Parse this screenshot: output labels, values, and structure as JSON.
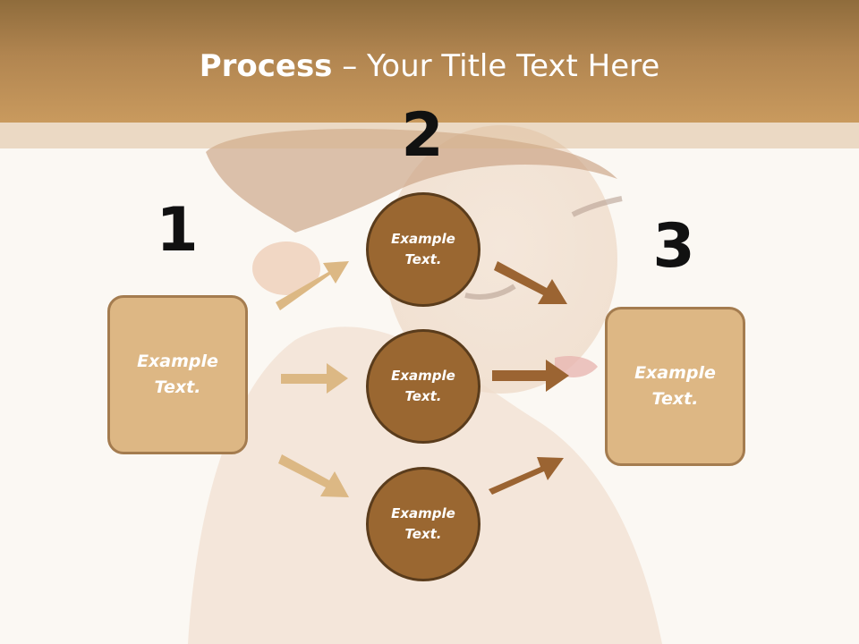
{
  "title": {
    "bold": "Process",
    "rest": " – Your Title Text Here"
  },
  "steps": {
    "one": "1",
    "two": "2",
    "three": "3"
  },
  "left_box": {
    "text": "Example Text."
  },
  "circles": [
    {
      "text": "Example Text."
    },
    {
      "text": "Example Text."
    },
    {
      "text": "Example Text."
    }
  ],
  "right_box": {
    "text": "Example Text."
  },
  "colors": {
    "header": "#b18550",
    "box_fill": "#ddb784",
    "box_border": "#a47c4f",
    "circle_fill": "#9a6731",
    "circle_border": "#5a3c1c",
    "arrow_light": "#dcb884",
    "arrow_dark": "#9b6432"
  }
}
